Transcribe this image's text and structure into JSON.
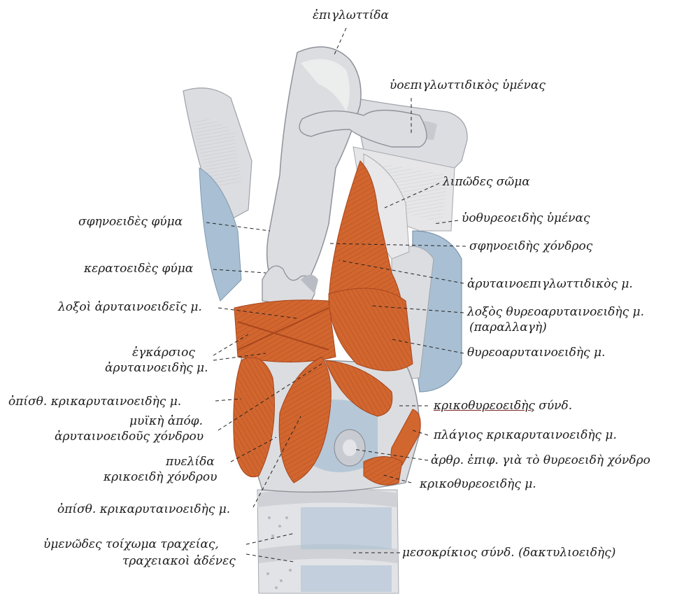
{
  "labels": {
    "epiglottis": "ἐπιγλωττίδα",
    "hyoepiglottic": "ὑοεπιγλωττιδικὸς ὑμένας",
    "fat_body": "λιπῶδες σῶμα",
    "thyrohyoid_membrane": "ὑοθυρεοειδὴς ὑμένας",
    "cuneiform_tubercle": "σφηνοειδὲς φύμα",
    "cuneiform_cartilage": "σφηνοειδὴς χόνδρος",
    "corniculate_tubercle": "κερατοειδὲς φύμα",
    "aryepiglottic_m": "ἀρυταινοεπιγλωττιδικὸς μ.",
    "oblique_arytenoid": "λοξοὶ ἀρυταινοειδεῖς μ.",
    "oblique_thyroarytenoid_1": "λοξὸς θυρεοαρυταινοειδὴς μ.",
    "oblique_thyroarytenoid_2": "(παραλλαγὴ)",
    "transverse_arytenoid_1": "ἐγκάρσιος",
    "transverse_arytenoid_2": "ἀρυταινοειδὴς μ.",
    "thyroarytenoid": "θυρεοαρυταινοειδὴς μ.",
    "posterior_cricoarytenoid_top": "ὀπίσθ. κρικαρυταινοειδὴς μ.",
    "cricothyroid_lig_a": "κρικοθυρεοειδὴς",
    "cricothyroid_lig_b": " σύνδ.",
    "muscular_process_1": "μυϊκὴ ἀπόφ.",
    "muscular_process_2": "ἀρυταινοειδοῦς χόνδρου",
    "lateral_cricoarytenoid": "πλάγιος κρικαρυταινοειδὴς μ.",
    "articular_facet": "ἀρθρ. ἐπιφ. γιὰ τὸ θυρεοειδὴ χόνδρο",
    "cricoid_lamina_1": "πυελίδα",
    "cricoid_lamina_2": "κρικοειδὴ χόνδρου",
    "cricothyroid_m": "κρικοθυρεοειδὴς μ.",
    "posterior_cricoarytenoid_bottom": "ὀπίσθ. κρικαρυταινοειδὴς μ.",
    "tracheal_wall_1": "ὑμενῶδες τοίχωμα τραχείας,",
    "tracheal_wall_2": "τραχειακοὶ ἀδένες",
    "annular_lig": "μεσοκρίκιος σύνδ. (δακτυλιοειδὴς)"
  },
  "colors": {
    "cartilage": "#dcdde0",
    "cartilage_shade": "#b9bcc4",
    "blue_tissue": "#a9c0d4",
    "muscle": "#d2662f",
    "muscle_dark": "#a8461c",
    "leader": "#222222"
  }
}
